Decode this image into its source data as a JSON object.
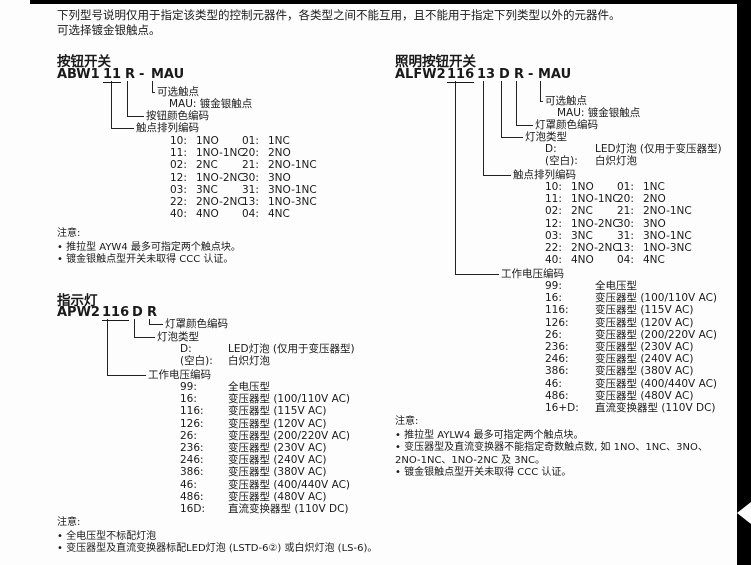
{
  "page": {
    "intro_line1": "下列型号说明仅用于指定该类型的控制元器件，各类型之间不能互用，且不能用于指定下列类型以外的元器件。",
    "intro_line2": "可选择镀金银触点。"
  },
  "pushbutton": {
    "title": "按钮开关",
    "part": {
      "prefix": "ABW1",
      "contact": "11",
      "color": "R",
      "dash": "-",
      "option": "MAU"
    },
    "labels": {
      "optional_contact": "可选触点",
      "optional_contact_detail": "MAU: 镀金银触点",
      "color_code": "按钮颜色编码",
      "contact_code": "触点排列编码"
    },
    "contact_table": [
      {
        "c1": "10:",
        "v1": "1NO",
        "c2": "01:",
        "v2": "1NC"
      },
      {
        "c1": "11:",
        "v1": "1NO-1NC",
        "c2": "20:",
        "v2": "2NO"
      },
      {
        "c1": "02:",
        "v1": "2NC",
        "c2": "21:",
        "v2": "2NO-1NC"
      },
      {
        "c1": "12:",
        "v1": "1NO-2NC",
        "c2": "30:",
        "v2": "3NO"
      },
      {
        "c1": "03:",
        "v1": "3NC",
        "c2": "31:",
        "v2": "3NO-1NC"
      },
      {
        "c1": "22:",
        "v1": "2NO-2NC",
        "c2": "13:",
        "v2": "1NO-3NC"
      },
      {
        "c1": "40:",
        "v1": "4NO",
        "c2": "04:",
        "v2": "4NC"
      }
    ],
    "notes": {
      "title": "注意:",
      "items": [
        "• 推拉型 AYW4 最多可指定两个触点块。",
        "• 镀金银触点型开关未取得 CCC 认证。"
      ]
    }
  },
  "indicator": {
    "title": "指示灯",
    "part": {
      "prefix": "APW2",
      "voltage": "116",
      "bulb": "D",
      "color": "R"
    },
    "labels": {
      "color_code": "灯罩颜色编码",
      "bulb_type": "灯泡类型",
      "voltage_code": "工作电压编码"
    },
    "bulb_table": [
      {
        "code": "D:",
        "desc": "LED灯泡 (仅用于变压器型)"
      },
      {
        "code": "(空白):",
        "desc": "白炽灯泡"
      }
    ],
    "voltage_table": [
      {
        "code": "99:",
        "desc": "全电压型"
      },
      {
        "code": "16:",
        "desc": "变压器型 (100/110V AC)"
      },
      {
        "code": "116:",
        "desc": "变压器型 (115V AC)"
      },
      {
        "code": "126:",
        "desc": "变压器型 (120V AC)"
      },
      {
        "code": "26:",
        "desc": "变压器型 (200/220V AC)"
      },
      {
        "code": "236:",
        "desc": "变压器型 (230V AC)"
      },
      {
        "code": "246:",
        "desc": "变压器型 (240V AC)"
      },
      {
        "code": "386:",
        "desc": "变压器型 (380V AC)"
      },
      {
        "code": "46:",
        "desc": "变压器型 (400/440V AC)"
      },
      {
        "code": "486:",
        "desc": "变压器型 (480V AC)"
      },
      {
        "code": "16D:",
        "desc": "直流变换器型 (110V DC)"
      }
    ],
    "notes": {
      "title": "注意:",
      "items": [
        "• 全电压型不标配灯泡",
        "• 变压器型及直流变换器标配LED灯泡 (LSTD-6②) 或白炽灯泡 (LS-6)。"
      ]
    }
  },
  "illuminated": {
    "title": "照明按钮开关",
    "part": {
      "prefix": "ALFW2",
      "voltage": "116",
      "contact": "13",
      "bulb": "D",
      "color": "R",
      "dash": "-",
      "option": "MAU"
    },
    "labels": {
      "optional_contact": "可选触点",
      "optional_contact_detail": "MAU: 镀金银触点",
      "color_code": "灯罩颜色编码",
      "bulb_type": "灯泡类型",
      "contact_code": "触点排列编码",
      "voltage_code": "工作电压编码"
    },
    "bulb_table": [
      {
        "code": "D:",
        "desc": "LED灯泡 (仅用于变压器型)"
      },
      {
        "code": "(空白):",
        "desc": "白炽灯泡"
      }
    ],
    "contact_table": [
      {
        "c1": "10:",
        "v1": "1NO",
        "c2": "01:",
        "v2": "1NC"
      },
      {
        "c1": "11:",
        "v1": "1NO-1NC",
        "c2": "20:",
        "v2": "2NO"
      },
      {
        "c1": "02:",
        "v1": "2NC",
        "c2": "21:",
        "v2": "2NO-1NC"
      },
      {
        "c1": "12:",
        "v1": "1NO-2NC",
        "c2": "30:",
        "v2": "3NO"
      },
      {
        "c1": "03:",
        "v1": "3NC",
        "c2": "31:",
        "v2": "3NO-1NC"
      },
      {
        "c1": "22:",
        "v1": "2NO-2NC",
        "c2": "13:",
        "v2": "1NO-3NC"
      },
      {
        "c1": "40:",
        "v1": "4NO",
        "c2": "04:",
        "v2": "4NC"
      }
    ],
    "voltage_table": [
      {
        "code": "99:",
        "desc": "全电压型"
      },
      {
        "code": "16:",
        "desc": "变压器型 (100/110V AC)"
      },
      {
        "code": "116:",
        "desc": "变压器型 (115V AC)"
      },
      {
        "code": "126:",
        "desc": "变压器型 (120V AC)"
      },
      {
        "code": "26:",
        "desc": "变压器型 (200/220V AC)"
      },
      {
        "code": "236:",
        "desc": "变压器型 (230V AC)"
      },
      {
        "code": "246:",
        "desc": "变压器型 (240V AC)"
      },
      {
        "code": "386:",
        "desc": "变压器型 (380V AC)"
      },
      {
        "code": "46:",
        "desc": "变压器型 (400/440V AC)"
      },
      {
        "code": "486:",
        "desc": "变压器型 (480V AC)"
      },
      {
        "code": "16+D:",
        "desc": "直流变换器型 (110V DC)"
      }
    ],
    "notes": {
      "title": "注意:",
      "items": [
        "• 推拉型 AYLW4 最多可指定两个触点块。",
        "• 变压器型及直流变换器不能指定奇数触点数, 如 1NO、1NC、3NO、2NO-1NC、1NO-2NC 及 3NC。",
        "• 镀金银触点型开关未取得 CCC 认证。"
      ]
    }
  }
}
